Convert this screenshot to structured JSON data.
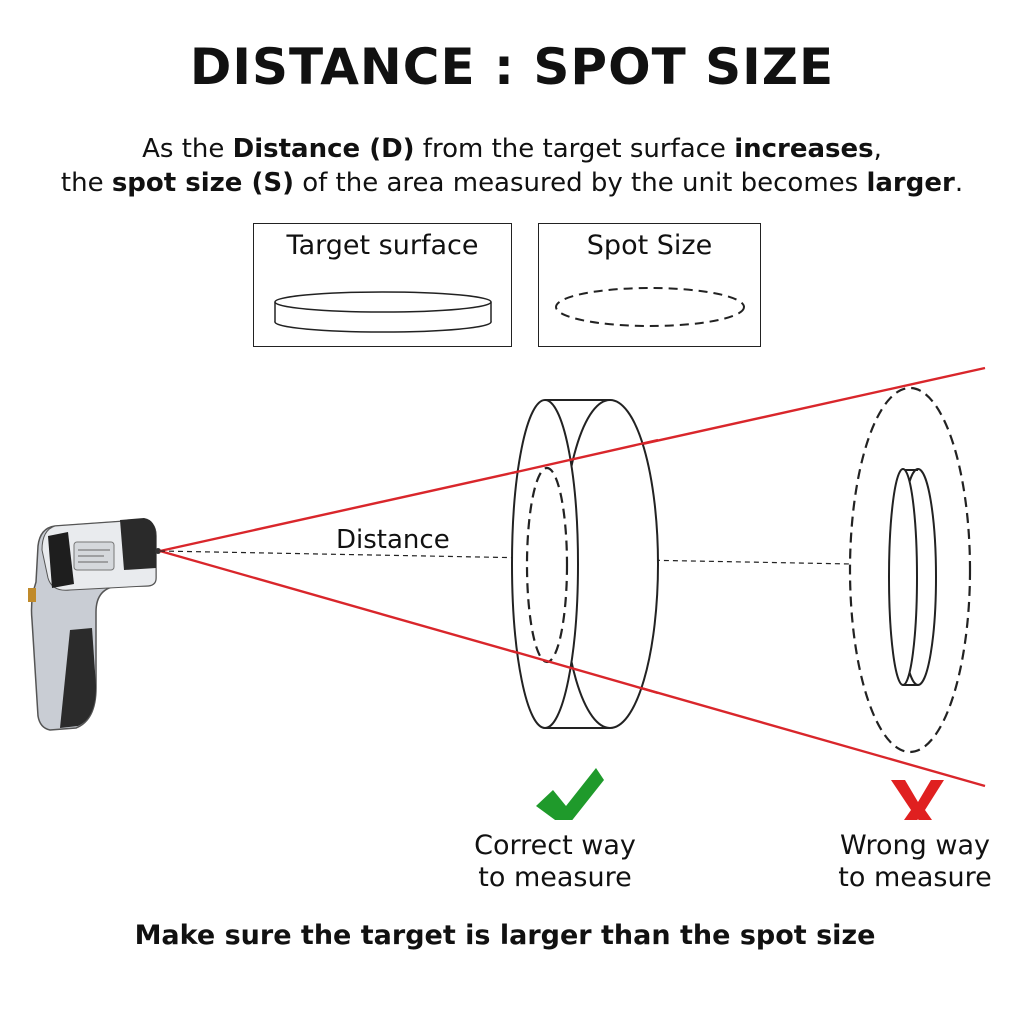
{
  "title": "DISTANCE : SPOT SIZE",
  "intro": {
    "line1": {
      "t1": "As the ",
      "b1": "Distance (D)",
      "t2": " from the target surface ",
      "b2": "increases",
      "t3": ","
    },
    "line2": {
      "t1": "the ",
      "b1": "spot size (S)",
      "t2": " of the area measured by the unit becomes ",
      "b2": "larger",
      "t3": "."
    }
  },
  "legend": {
    "target_label": "Target surface",
    "spot_label": "Spot Size"
  },
  "diagram": {
    "distance_label": "Distance",
    "beam_color": "#d9262b",
    "correct_color": "#1f9a2b",
    "wrong_color": "#e02020"
  },
  "captions": {
    "correct_line1": "Correct way",
    "correct_line2": "to measure",
    "wrong_line1": "Wrong way",
    "wrong_line2": "to measure"
  },
  "footer": "Make sure the target is larger than the spot size"
}
